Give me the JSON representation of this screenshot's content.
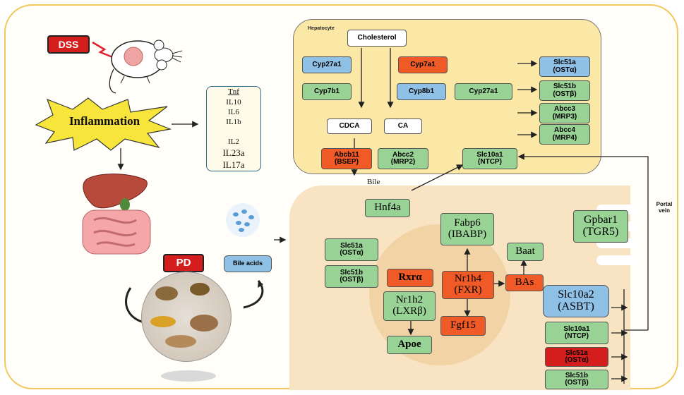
{
  "left": {
    "dss": "DSS",
    "inflammation": "Inflammation",
    "pd": "PD",
    "bile_acids": "Bile acids"
  },
  "cytokines": {
    "up": [
      "Tnf",
      "IL10",
      "IL6",
      "IL1b"
    ],
    "down": [
      "IL2",
      "IL23a",
      "IL17a"
    ]
  },
  "hepatocyte": {
    "title": "Hepatocyte",
    "cholesterol": "Cholesterol",
    "cyp27a1_left": "Cyp27a1",
    "cyp7a1": "Cyp7a1",
    "cyp7b1": "Cyp7b1",
    "cyp8b1": "Cyp8b1",
    "cyp27a1_right": "Cyp27a1",
    "cdca": "CDCA",
    "ca": "CA",
    "abcb11": "Abcb11\n(BSEP)",
    "abcc2": "Abcc2\n(MRP2)",
    "slc10a1": "Slc10a1\n(NTCP)",
    "slc51a": "Slc51a\n(OSTα)",
    "slc51b": "Slc51b\n(OSTβ)",
    "abcc3": "Abcc3\n(MRP3)",
    "abcc4": "Abcc4\n(MRP4)"
  },
  "bile": "Bile",
  "portal_vein": "Portal\nvein",
  "enterocyte": {
    "hnf4a": "Hnf4a",
    "fabp6": "Fabp6\n(IBABP)",
    "gpbar1": "Gpbar1\n(TGR5)",
    "slc51a": "Slc51a\n(OSTα)",
    "slc51b": "Slc51b\n(OSTβ)",
    "baat": "Baat",
    "rxra": "Rxrα",
    "nr1h4": "Nr1h4\n(FXR)",
    "bas": "BAs",
    "nr1h2": "Nr1h2\n(LXRβ)",
    "fgf15": "Fgf15",
    "apoe": "Apoe",
    "slc10a2": "Slc10a2\n(ASBT)",
    "slc10a1": "Slc10a1\n(NTCP)",
    "slc51a_red": "Slc51a\n(OSTα)",
    "slc51b_bottom": "Slc51b\n(OSTβ)"
  },
  "colors": {
    "up_regulated_green": "#98d295",
    "blue": "#8fc0e6",
    "orange": "#ef5a26",
    "red": "#d41e1e",
    "frame": "#f2c75a",
    "hepatocyte_fill": "#fbe7a6",
    "cell_fill": "#f8e3c2",
    "trend_arrow": "#e8731c"
  }
}
